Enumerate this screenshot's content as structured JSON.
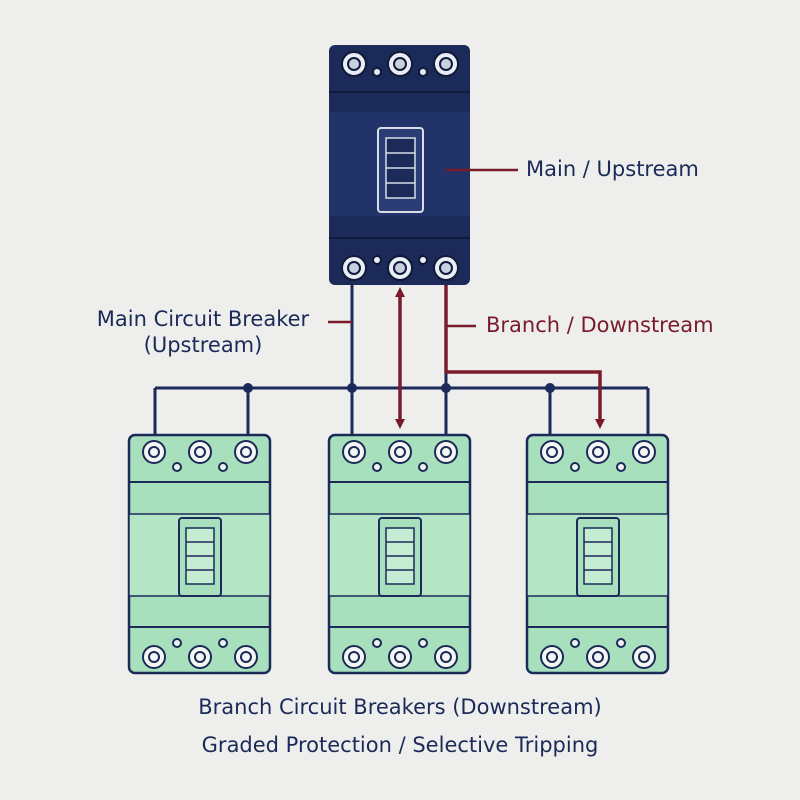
{
  "labels": {
    "main_upstream": "Main / Upstream",
    "main_circuit_breaker_line1": "Main Circuit Breaker",
    "main_circuit_breaker_line2": "(Upstream)",
    "branch_downstream": "Branch / Downstream"
  },
  "captions": {
    "line1": "Branch Circuit Breakers (Downstream)",
    "line2": "Graded Protection / Selective Tripping"
  },
  "colors": {
    "background": "#eeefed",
    "main_breaker_fill": "#1b2a58",
    "branch_breaker_fill": "#a8e0bd",
    "branch_breaker_outline": "#1b2a58",
    "wire": "#1b2a58",
    "arrow": "#7a1b2c",
    "text": "#1b2a58",
    "branch_label_text": "#7a1b2c"
  }
}
